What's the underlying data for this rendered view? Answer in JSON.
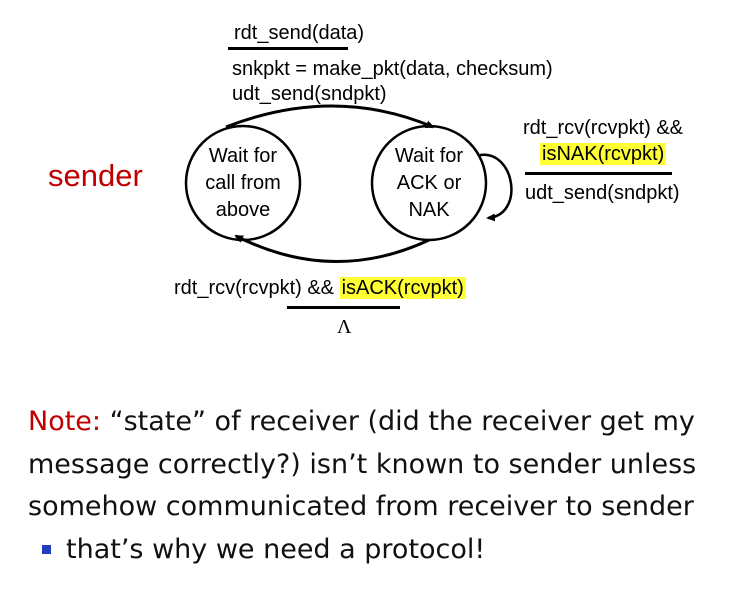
{
  "diagram": {
    "role_label": "sender",
    "states": [
      {
        "id": "wait-call",
        "lines": [
          "Wait for",
          "call from",
          "above"
        ]
      },
      {
        "id": "wait-ack",
        "lines": [
          "Wait for",
          "ACK or",
          "NAK"
        ]
      }
    ],
    "transitions": {
      "send": {
        "event": "rdt_send(data)",
        "actions": [
          "snkpkt = make_pkt(data, checksum)",
          "udt_send(sndpkt)"
        ]
      },
      "nak": {
        "event_prefix": "rdt_rcv(rcvpkt) &&",
        "event_highlight": "isNAK(rcvpkt)",
        "action": "udt_send(sndpkt)"
      },
      "ack": {
        "event_prefix": "rdt_rcv(rcvpkt) && ",
        "event_highlight": "isACK(rcvpkt)",
        "action": "Λ"
      }
    },
    "highlight_color": "#ffff33",
    "accent_color": "#c00000"
  },
  "note": {
    "label": "Note:",
    "line1": " “state” of receiver (did the receiver get my",
    "line2": "message correctly?) isn’t known to sender unless",
    "line3": "somehow communicated from receiver to sender",
    "bullet": "that’s why we need a protocol!"
  }
}
